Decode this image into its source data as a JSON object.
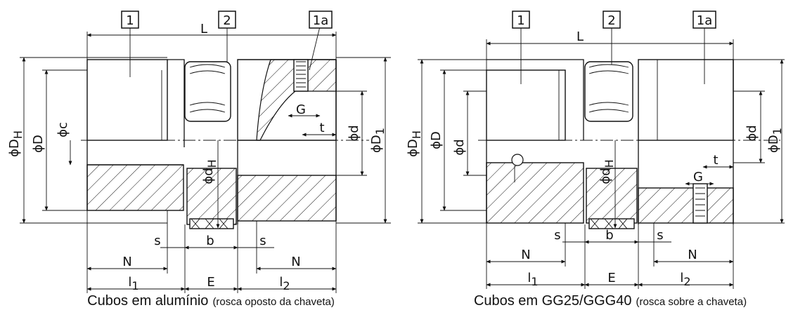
{
  "colors": {
    "line": "#111111",
    "background": "#ffffff"
  },
  "left": {
    "callouts": [
      "1",
      "2",
      "1a"
    ],
    "dims": {
      "L": "L",
      "DH": "ϕD",
      "DH_sub": "H",
      "D": "ϕD",
      "c": "ϕc",
      "dH": "ϕd",
      "dH_sub": "H",
      "G": "G",
      "t": "t",
      "d": "ϕd",
      "D1": "ϕD",
      "D1_sub": "1",
      "s1": "s",
      "b": "b",
      "s2": "s",
      "N1": "N",
      "N2": "N",
      "l1": "l",
      "l1_sub": "1",
      "E": "E",
      "l2": "l",
      "l2_sub": "2"
    },
    "caption_main": "Cubos em alumínio",
    "caption_note": "(rosca oposto da chaveta)"
  },
  "right": {
    "callouts": [
      "1",
      "2",
      "1a"
    ],
    "dims": {
      "L": "L",
      "DH": "ϕD",
      "DH_sub": "H",
      "D": "ϕD",
      "d_left": "ϕd",
      "dH": "ϕd",
      "dH_sub": "H",
      "t": "t",
      "G": "G",
      "d": "ϕd",
      "D1": "ϕD",
      "D1_sub": "1",
      "s1": "s",
      "b": "b",
      "s2": "s",
      "N1": "N",
      "N2": "N",
      "l1": "l",
      "l1_sub": "1",
      "E": "E",
      "l2": "l",
      "l2_sub": "2"
    },
    "caption_main": "Cubos em GG25/GGG40",
    "caption_note": "(rosca sobre a chaveta)"
  }
}
